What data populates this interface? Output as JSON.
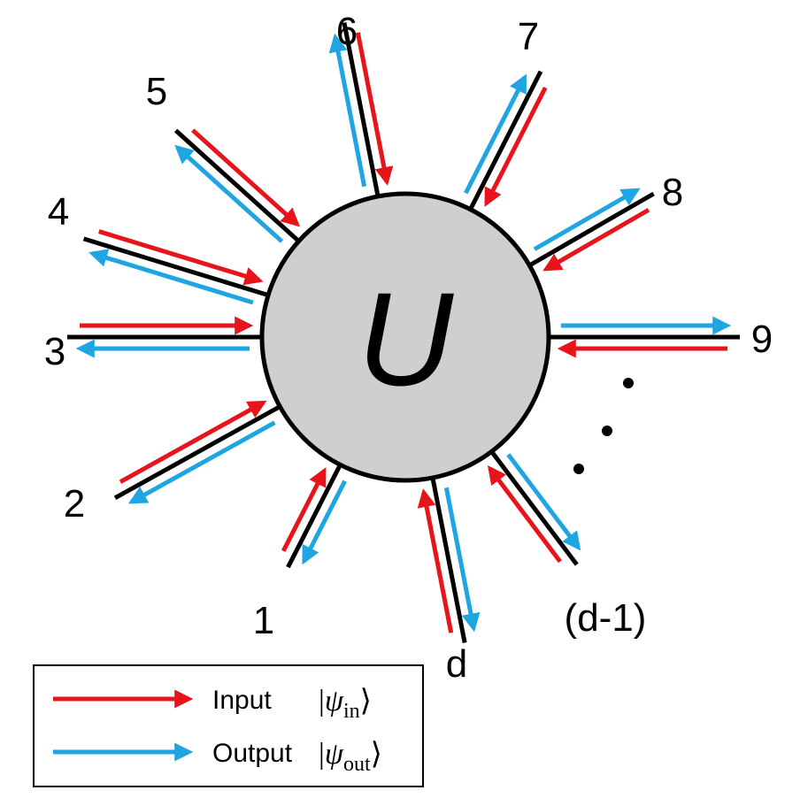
{
  "center_label": "U",
  "ports": [
    {
      "label": "1"
    },
    {
      "label": "2"
    },
    {
      "label": "3"
    },
    {
      "label": "4"
    },
    {
      "label": "5"
    },
    {
      "label": "6"
    },
    {
      "label": "7"
    },
    {
      "label": "8"
    },
    {
      "label": "9"
    },
    {
      "label": "(d-1)"
    },
    {
      "label": "d"
    }
  ],
  "ellipsis": "...",
  "legend": {
    "input_label": "Input",
    "output_label": "Output",
    "input_state": {
      "symbol": "ψ",
      "subscript": "in"
    },
    "output_state": {
      "symbol": "ψ",
      "subscript": "out"
    }
  },
  "colors": {
    "input": "#e8141c",
    "output": "#1ea5e2",
    "line": "#000000",
    "circle_fill": "#d0cfcf"
  }
}
